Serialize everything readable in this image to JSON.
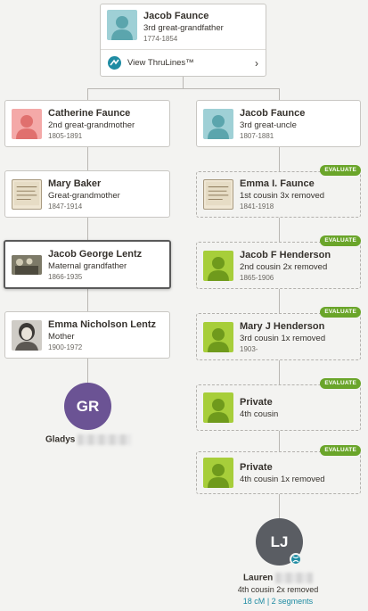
{
  "colors": {
    "female_bg": "#f4a9a8",
    "male_bg": "#9fd0d6",
    "cousin_bg": "#a7ce3a",
    "evaluate": "#6aa52a",
    "gr_circle": "#6b5394",
    "lj_circle": "#5a5d63",
    "link": "#1f8ca3"
  },
  "top": {
    "name": "Jacob Faunce",
    "rel": "3rd great-grandfather",
    "years": "1774-1854",
    "icon": "male-silhouette-icon",
    "thrulines": "View ThruLines™"
  },
  "left": [
    {
      "name": "Catherine Faunce",
      "rel": "2nd great-grandmother",
      "years": "1805-1891",
      "icon": "female-silhouette-icon"
    },
    {
      "name": "Mary Baker",
      "rel": "Great-grandmother",
      "years": "1847-1914",
      "icon": "document-photo-icon"
    },
    {
      "name": "Jacob George Lentz",
      "rel": "Maternal grandfather",
      "years": "1866-1935",
      "icon": "old-photo-icon"
    },
    {
      "name": "Emma Nicholson Lentz",
      "rel": "Mother",
      "years": "1900-1972",
      "icon": "portrait-photo-icon"
    }
  ],
  "right": [
    {
      "name": "Jacob Faunce",
      "rel": "3rd great-uncle",
      "years": "1807-1881",
      "icon": "male-silhouette-icon"
    },
    {
      "name": "Emma I. Faunce",
      "rel": "1st cousin 3x removed",
      "years": "1841-1918",
      "badge": "EVALUATE",
      "icon": "document-photo-icon"
    },
    {
      "name": "Jacob F Henderson",
      "rel": "2nd cousin 2x removed",
      "years": "1865-1906",
      "badge": "EVALUATE",
      "icon": "green-silhouette-icon"
    },
    {
      "name": "Mary J Henderson",
      "rel": "3rd cousin 1x removed",
      "years": "1903-",
      "badge": "EVALUATE",
      "icon": "green-silhouette-icon"
    },
    {
      "name": "Private",
      "rel": "4th cousin",
      "years": "",
      "badge": "EVALUATE",
      "icon": "green-silhouette-icon"
    },
    {
      "name": "Private",
      "rel": "4th cousin 1x removed",
      "years": "",
      "badge": "EVALUATE",
      "icon": "green-silhouette-icon"
    }
  ],
  "me": {
    "initials": "GR",
    "name": "Gladys"
  },
  "match": {
    "initials": "LJ",
    "name": "Lauren",
    "rel": "4th cousin 2x removed",
    "cm": "18 cM",
    "sep": " | ",
    "segments": "2 segments"
  }
}
